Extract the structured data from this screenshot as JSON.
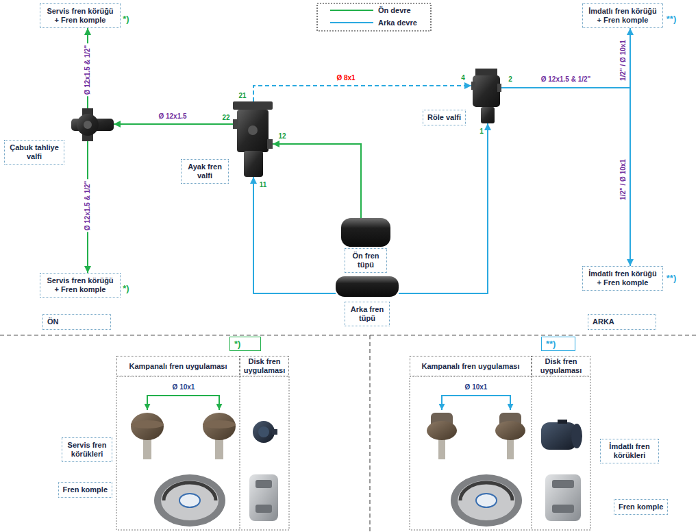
{
  "diagram": {
    "nodes": [
      {
        "text": [
          "Servis fren körüğü + Fren komple"
        ]
      },
      {
        "text": [
          "İmdatlı fren körüğü + Fren komple"
        ]
      },
      {
        "text": [
          "Röle valfi"
        ]
      },
      {
        "text": [
          "Çabuk tahliye valfi"
        ]
      },
      {
        "text": [
          "Ayak fren valfi"
        ]
      },
      {
        "text": [
          "Ön fren tüpü"
        ]
      },
      {
        "text": [
          "Servis fren körüğü + Fren komple"
        ]
      },
      {
        "text": [
          "İmdatlı fren körüğü + Fren komple"
        ]
      },
      {
        "text": [
          "Arka fren tüpü"
        ]
      },
      {
        "text": [
          "ÖN"
        ]
      },
      {
        "text": [
          "ARKA"
        ]
      },
      {
        "text": [
          "*)"
        ]
      },
      {
        "text": [
          "**)"
        ]
      },
      {
        "text": [
          "Servis fren körükleri"
        ]
      },
      {
        "text": [
          "Fren komple"
        ]
      },
      {
        "text": [
          "İmdatlı fren körükleri"
        ]
      },
      {
        "text": [
          "Fren komple"
        ]
      }
    ],
    "edges": [
      {
        "from": 3,
        "to": 0,
        "arrow": "to",
        "label": "Ø 12x1.5 & 1/2\""
      },
      {
        "from": 3,
        "to": 6,
        "arrow": "to",
        "label": "Ø 12x1.5 & 1/2\""
      },
      {
        "from": 4,
        "to": 3,
        "arrow": "to",
        "label": "Ø 12x1.5"
      },
      {
        "from": 4,
        "to": 2,
        "arrow": "to",
        "label": "Ø 8x1"
      },
      {
        "from": 5,
        "to": 4,
        "arrow": "to"
      },
      {
        "from": 8,
        "to": 4,
        "arrow": "to"
      },
      {
        "from": 8,
        "to": 2,
        "arrow": "to"
      },
      {
        "from": 2,
        "to": 1,
        "arrow": "to",
        "label": "1/2\" / Ø 10x1"
      },
      {
        "from": 2,
        "to": 7,
        "arrow": "to",
        "label": "1/2\" / Ø 10x1"
      }
    ],
    "labels": [
      "*)",
      "*)",
      "**)",
      "**)",
      "21",
      "22",
      "12",
      "11",
      "4",
      "2",
      "1",
      "Ø 12x1.5 & 1/2\"",
      "Kampanalı fren uygulaması",
      "Disk fren uygulaması",
      "Ø 10x1",
      "Kampanalı fren uygulaması",
      "Disk fren uygulaması",
      "Ø 10x1"
    ],
    "legend": [
      {
        "text": "Ön devre"
      },
      {
        "text": "Arka devre"
      }
    ]
  }
}
